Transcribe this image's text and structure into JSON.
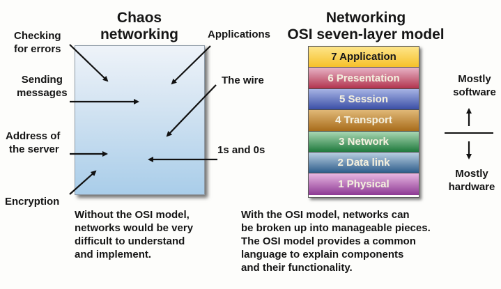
{
  "left": {
    "title_line1": "Chaos",
    "title_line2": "networking",
    "labels": {
      "checking_line1": "Checking",
      "checking_line2": "for errors",
      "sending_line1": "Sending",
      "sending_line2": "messages",
      "address_line1": "Address of",
      "address_line2": "the server",
      "encryption": "Encryption",
      "applications": "Applications",
      "wire": "The wire",
      "bits": "1s and 0s"
    },
    "caption": [
      "Without the OSI model,",
      "networks would be very",
      "difficult to understand",
      "and implement."
    ]
  },
  "right": {
    "title_line1": "Networking",
    "title_line2": "OSI seven-layer model",
    "layers": [
      {
        "number": 7,
        "label": "7 Application",
        "color": "#f6c12a"
      },
      {
        "number": 6,
        "label": "6 Presentation",
        "color": "#b2344e"
      },
      {
        "number": 5,
        "label": "5 Session",
        "color": "#3b4fa6"
      },
      {
        "number": 4,
        "label": "4 Transport",
        "color": "#a86c1b"
      },
      {
        "number": 3,
        "label": "3 Network",
        "color": "#207a3d"
      },
      {
        "number": 2,
        "label": "2 Data link",
        "color": "#2e5d8b"
      },
      {
        "number": 1,
        "label": "1 Physical",
        "color": "#8d3a93"
      }
    ],
    "software_line1": "Mostly",
    "software_line2": "software",
    "hardware_line1": "Mostly",
    "hardware_line2": "hardware",
    "caption": [
      "With the OSI model, networks can",
      "be broken up into manageable pieces.",
      "The OSI model provides a common",
      "language to explain components",
      "and their functionality."
    ]
  }
}
